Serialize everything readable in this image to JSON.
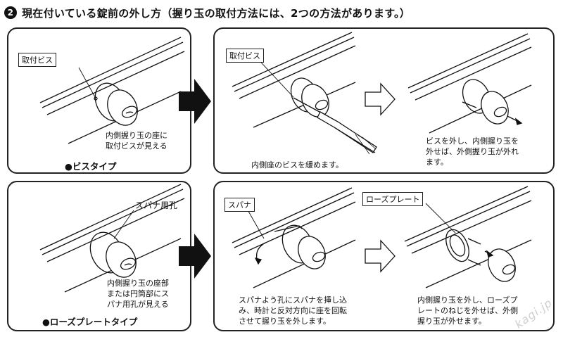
{
  "header": {
    "step_number": "2",
    "title": "現在付いている錠前の外し方（握り玉の取付方法には、2つの方法があります。）"
  },
  "row1": {
    "type_label": "●ビスタイプ",
    "panel_a": {
      "tag": "取付ビス",
      "caption": [
        "内側握り玉の座に",
        "取付ビスが見える"
      ]
    },
    "panel_b": {
      "tag": "取付ビス",
      "caption_left": "内側座のビスを緩めます。",
      "caption_right": [
        "ビスを外し、内側握り玉を",
        "外せば、外側握り玉が外れ",
        "ます。"
      ]
    }
  },
  "row2": {
    "type_label": "●ローズプレートタイプ",
    "panel_a": {
      "tag": "スパナ用孔",
      "caption": [
        "内側握り玉の座部",
        "または円筒部にス",
        "パナ用孔が見える"
      ]
    },
    "panel_b": {
      "tag_left": "スパナ",
      "tag_right": "ローズプレート",
      "caption_left": [
        "スパナよう孔にスパナを挿し込",
        "み、時計と反対方向に座を回転",
        "させて握り玉を外します。"
      ],
      "caption_right": [
        "内側握り玉を外し、ローズプ",
        "レートのねじを外せば、外側",
        "握り玉が外せます。"
      ]
    }
  },
  "watermark": "kagi.jp",
  "colors": {
    "ink": "#111111",
    "panel_border": "#222222",
    "watermark": "#cfcfcf"
  }
}
